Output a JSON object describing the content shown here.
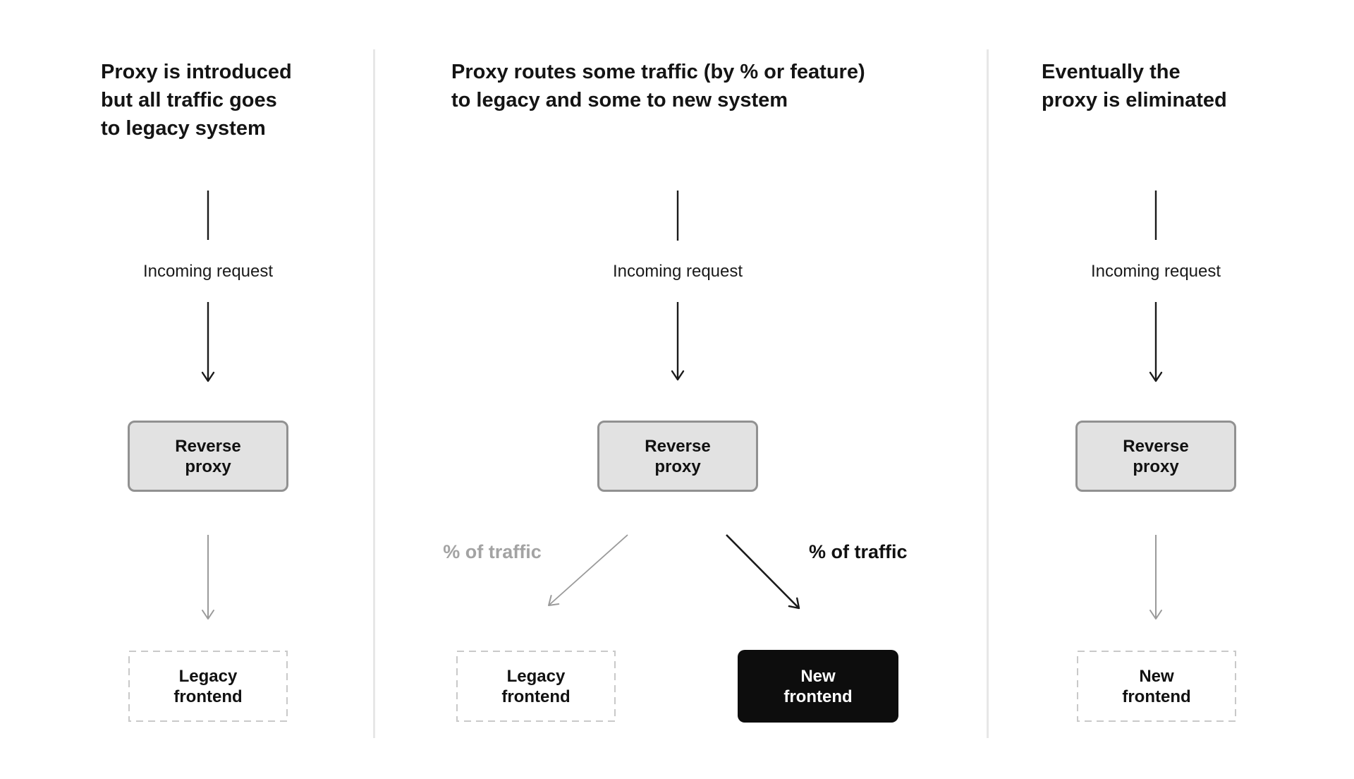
{
  "diagram": {
    "panels": [
      {
        "title_lines": [
          "Proxy is introduced",
          "but all traffic goes",
          "to legacy system"
        ],
        "incoming_label": "Incoming request",
        "proxy_label_lines": [
          "Reverse",
          "proxy"
        ],
        "targets": [
          {
            "label_lines": [
              "Legacy",
              "frontend"
            ],
            "variant": "dashed"
          }
        ]
      },
      {
        "title_lines": [
          "Proxy routes some traffic (by % or feature)",
          "to legacy and some to new system"
        ],
        "incoming_label": "Incoming request",
        "proxy_label_lines": [
          "Reverse",
          "proxy"
        ],
        "branch_left_label": "% of traffic",
        "branch_right_label": "% of traffic",
        "targets": [
          {
            "label_lines": [
              "Legacy",
              "frontend"
            ],
            "variant": "dashed"
          },
          {
            "label_lines": [
              "New",
              "frontend"
            ],
            "variant": "solid-black"
          }
        ]
      },
      {
        "title_lines": [
          "Eventually the",
          "proxy is eliminated"
        ],
        "incoming_label": "Incoming request",
        "proxy_label_lines": [
          "Reverse",
          "proxy"
        ],
        "targets": [
          {
            "label_lines": [
              "New",
              "frontend"
            ],
            "variant": "dashed"
          }
        ]
      }
    ],
    "colors": {
      "background": "#ffffff",
      "title_text": "#141414",
      "proxy_box_fill": "#e2e2e2",
      "proxy_box_border": "#919191",
      "dashed_box_border": "#c9c9c9",
      "black_box_fill": "#0d0d0d",
      "black_box_text": "#ffffff",
      "black_arrow": "#1a1a1a",
      "gray_arrow": "#9a9a9a",
      "gray_label": "#a3a3a3",
      "divider": "#e7e7e7"
    }
  }
}
